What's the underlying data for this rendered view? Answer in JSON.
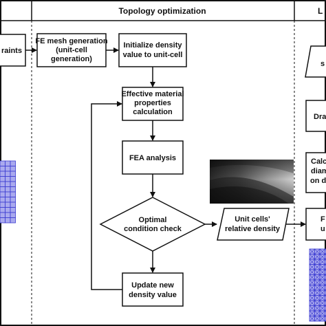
{
  "header": {
    "center_title": "Topology optimization",
    "right_title_fragment": "L"
  },
  "nodes": {
    "constraints_fragment": "raints",
    "fe_mesh": [
      "FE mesh generation",
      "(unit-cell",
      "generation)"
    ],
    "init_density": [
      "Initialize density",
      "value to unit-cell"
    ],
    "effective_props": [
      "Effective material",
      "properties",
      "calculation"
    ],
    "fea": "FEA analysis",
    "decision": [
      "Optimal",
      "condition check"
    ],
    "relative_density": [
      "Unit cells'",
      "relative density"
    ],
    "update_density": [
      "Update new",
      "density value"
    ],
    "right_box_1_fragment": "s",
    "right_box_2_fragment": "Dra",
    "right_box_3_fragment": [
      "Calc",
      "diam",
      "on de"
    ],
    "right_box_4_fragment": [
      "F",
      "u"
    ]
  },
  "colors": {
    "line": "#111111",
    "lattice_fill": "#aaaaee",
    "lattice_line": "#3a3ad0"
  }
}
